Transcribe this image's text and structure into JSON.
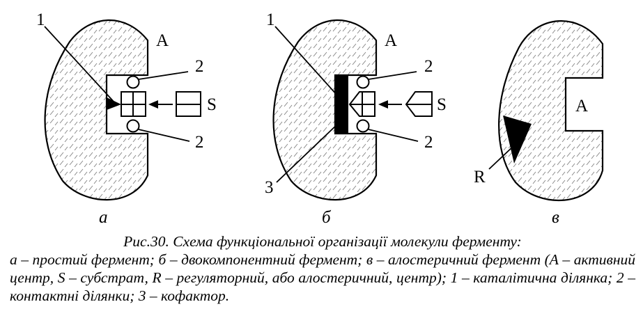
{
  "figure": {
    "panel_a": {
      "sublabel": "а",
      "labels": {
        "active_site": "A",
        "catalytic": "1",
        "contact_top": "2",
        "contact_bottom": "2",
        "substrate": "S"
      }
    },
    "panel_b": {
      "sublabel": "б",
      "labels": {
        "active_site": "A",
        "catalytic": "1",
        "contact_top": "2",
        "contact_bottom": "2",
        "substrate": "S",
        "cofactor": "3"
      }
    },
    "panel_c": {
      "sublabel": "в",
      "labels": {
        "active_site": "A",
        "regulatory": "R"
      }
    }
  },
  "caption": {
    "title": "Рис.30. Схема функціональної організації молекули ферменту:",
    "body": "а – простий фермент; б – двокомпонентний фермент; в – алостеричний фермент (А – активний центр, S – субстрат, R – регуляторний, або алостеричний, центр); 1 – каталітична ділянка; 2 – контактні ділянки; 3 – кофактор."
  }
}
